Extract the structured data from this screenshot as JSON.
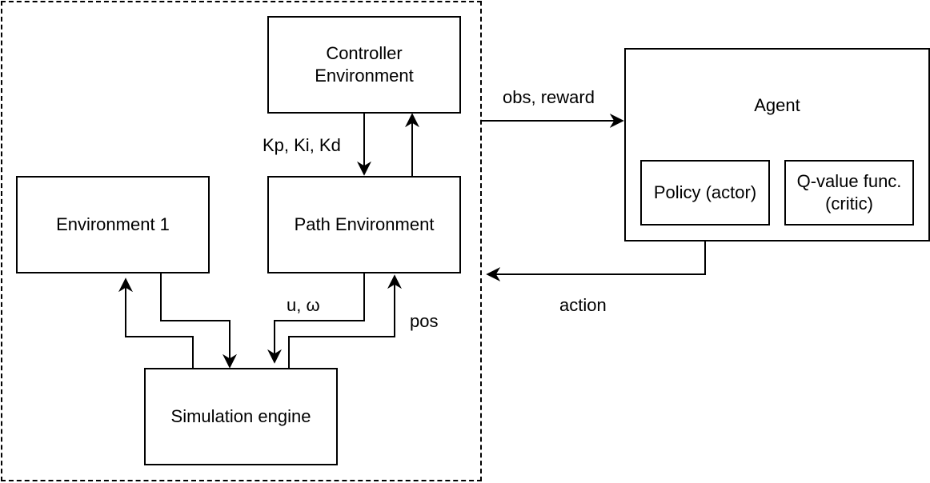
{
  "diagram": {
    "nodes": {
      "controller_env": "Controller Environment",
      "path_env": "Path Environment",
      "env1": "Environment 1",
      "sim_engine": "Simulation engine",
      "agent": "Agent",
      "policy": "Policy (actor)",
      "qvalue": "Q-value func. (critic)"
    },
    "edges": {
      "gains": "Kp, Ki, Kd",
      "control": "u, ω",
      "pos": "pos",
      "obs_reward": "obs, reward",
      "action": "action"
    },
    "colors": {
      "stroke": "#000000",
      "background": "#ffffff"
    }
  }
}
